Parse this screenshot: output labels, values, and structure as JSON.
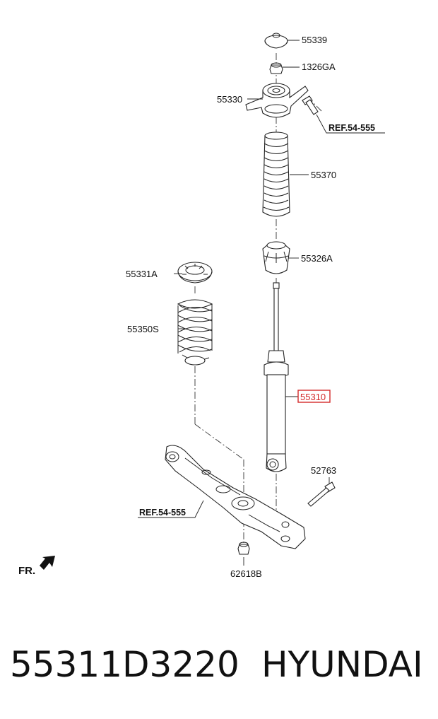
{
  "diagram": {
    "callouts": {
      "bump_cap": "55339",
      "nut": "1326GA",
      "top_mount": "55330",
      "bolt_ref_top": "REF.54-555",
      "dust_cover": "55370",
      "bump_stopper": "55326A",
      "spring_pad": "55331A",
      "coil_spring": "55350S",
      "shock_absorber": "55310",
      "bolt": "52763",
      "lower_arm_ref": "REF.54-555",
      "flange_nut": "62618B",
      "front_direction": "FR."
    },
    "highlight_color": "#d42a2a"
  },
  "footer": {
    "part_number": "55311D3220",
    "brand": "HYUNDAI"
  }
}
